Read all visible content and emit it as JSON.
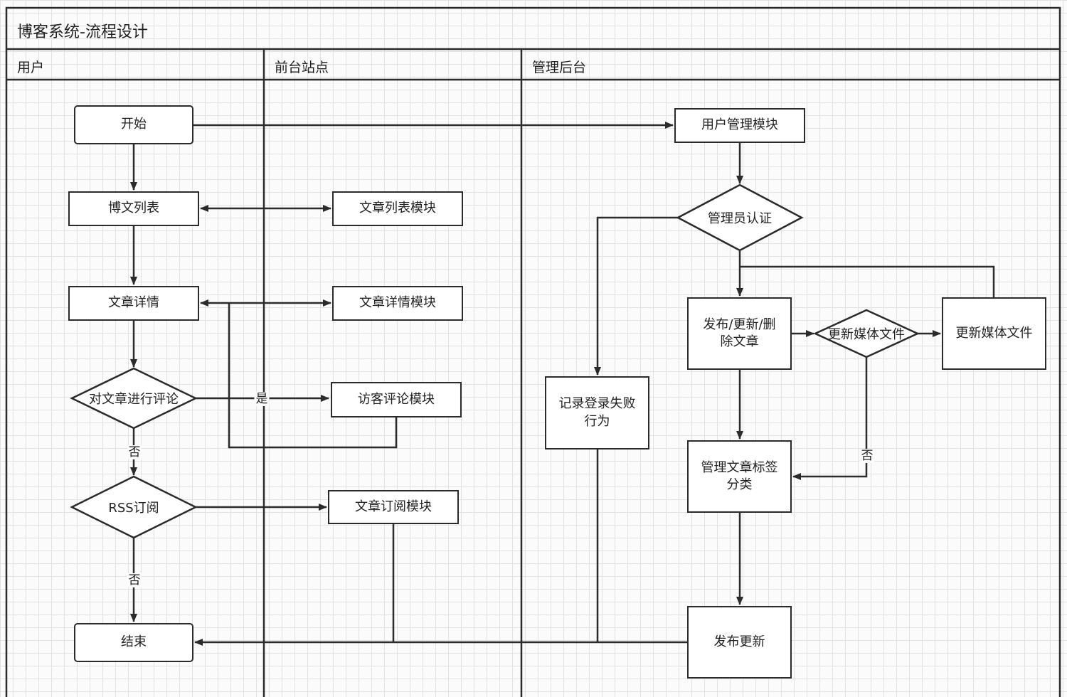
{
  "title": "博客系统-流程设计",
  "lanes": [
    "用户",
    "前台站点",
    "管理后台"
  ],
  "nodes": {
    "start": "开始",
    "blog_list": "博文列表",
    "article_detail": "文章详情",
    "comment_decision": "对文章进行评论",
    "rss_decision": "RSS订阅",
    "end": "结束",
    "article_list_module": "文章列表模块",
    "article_detail_module": "文章详情模块",
    "visitor_comment_module": "访客评论模块",
    "article_subscribe_module": "文章订阅模块",
    "user_mgmt_module": "用户管理模块",
    "admin_auth": "管理员认证",
    "log_login_failure": "记录登录失败行为",
    "publish_update_delete": "发布/更新/删除文章",
    "update_media_decision": "更新媒体文件",
    "update_media_files": "更新媒体文件",
    "manage_tags": "管理文章标签分类",
    "publish_update": "发布更新"
  },
  "edge_labels": {
    "yes": "是",
    "no_comment": "否",
    "no_rss": "否",
    "no_media": "否"
  },
  "colors": {
    "stroke": "#2b2b2b",
    "node_fill": "#ffffff",
    "grid": "#e2e2e2"
  }
}
